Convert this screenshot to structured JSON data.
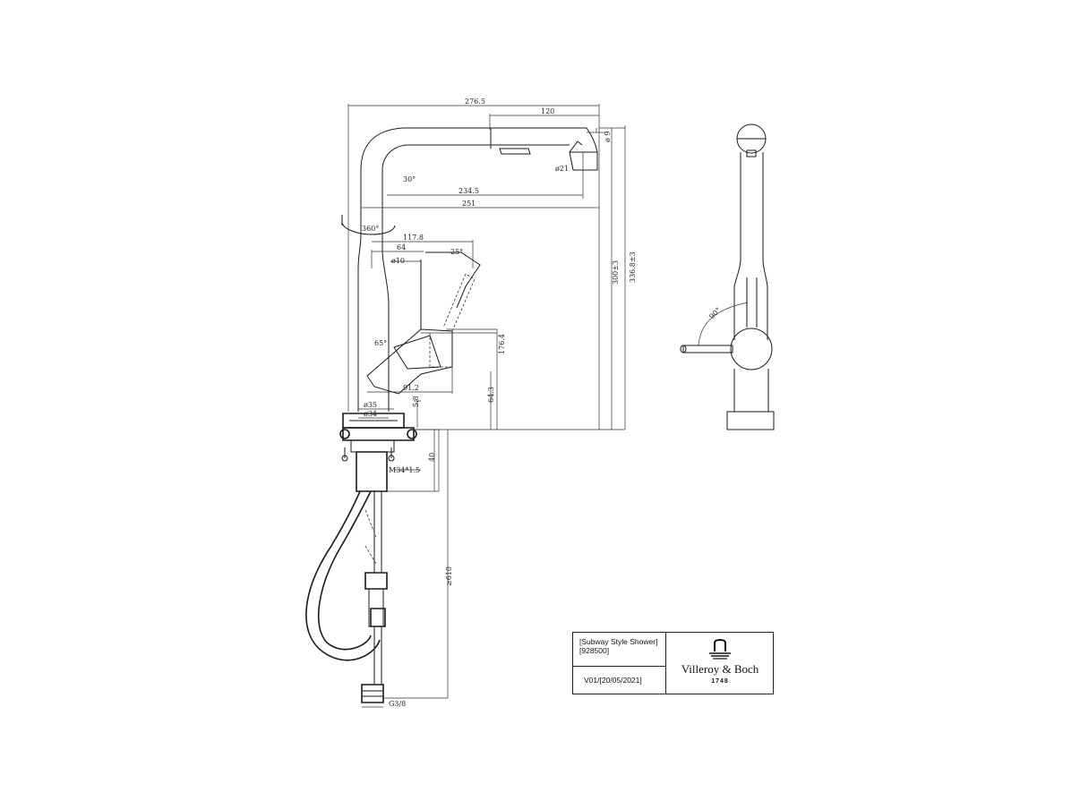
{
  "dimensions": {
    "d276_5": "276.5",
    "d120": "120",
    "d_phi_small_top": "ø 9",
    "d_phi21": "ø21",
    "d30deg": "30°",
    "d234_5": "234.5",
    "d251": "251",
    "d360deg": "360°",
    "d117_8": "117.8",
    "d64": "64",
    "d25deg": "25°",
    "d_phi10": "ø10",
    "d65deg": "65°",
    "d91_2": "91.2",
    "d_phi35": "ø35",
    "d_phi34": "ø34",
    "d5_8": "5.8",
    "d64_3": "64.3",
    "d176_4": "176.4",
    "d300_3": "300±3",
    "d336_8": "336.8±3",
    "d40": "40",
    "dM34": "M34*1.5",
    "d610": "≥610",
    "dG38": "G3/8",
    "d90deg": "90°"
  },
  "title_block": {
    "product_line1": "[Subway Style Shower]",
    "product_line2": "[928500]",
    "version": "V01/[20/05/2021]",
    "brand": "Villeroy & Boch",
    "year": "1748"
  }
}
